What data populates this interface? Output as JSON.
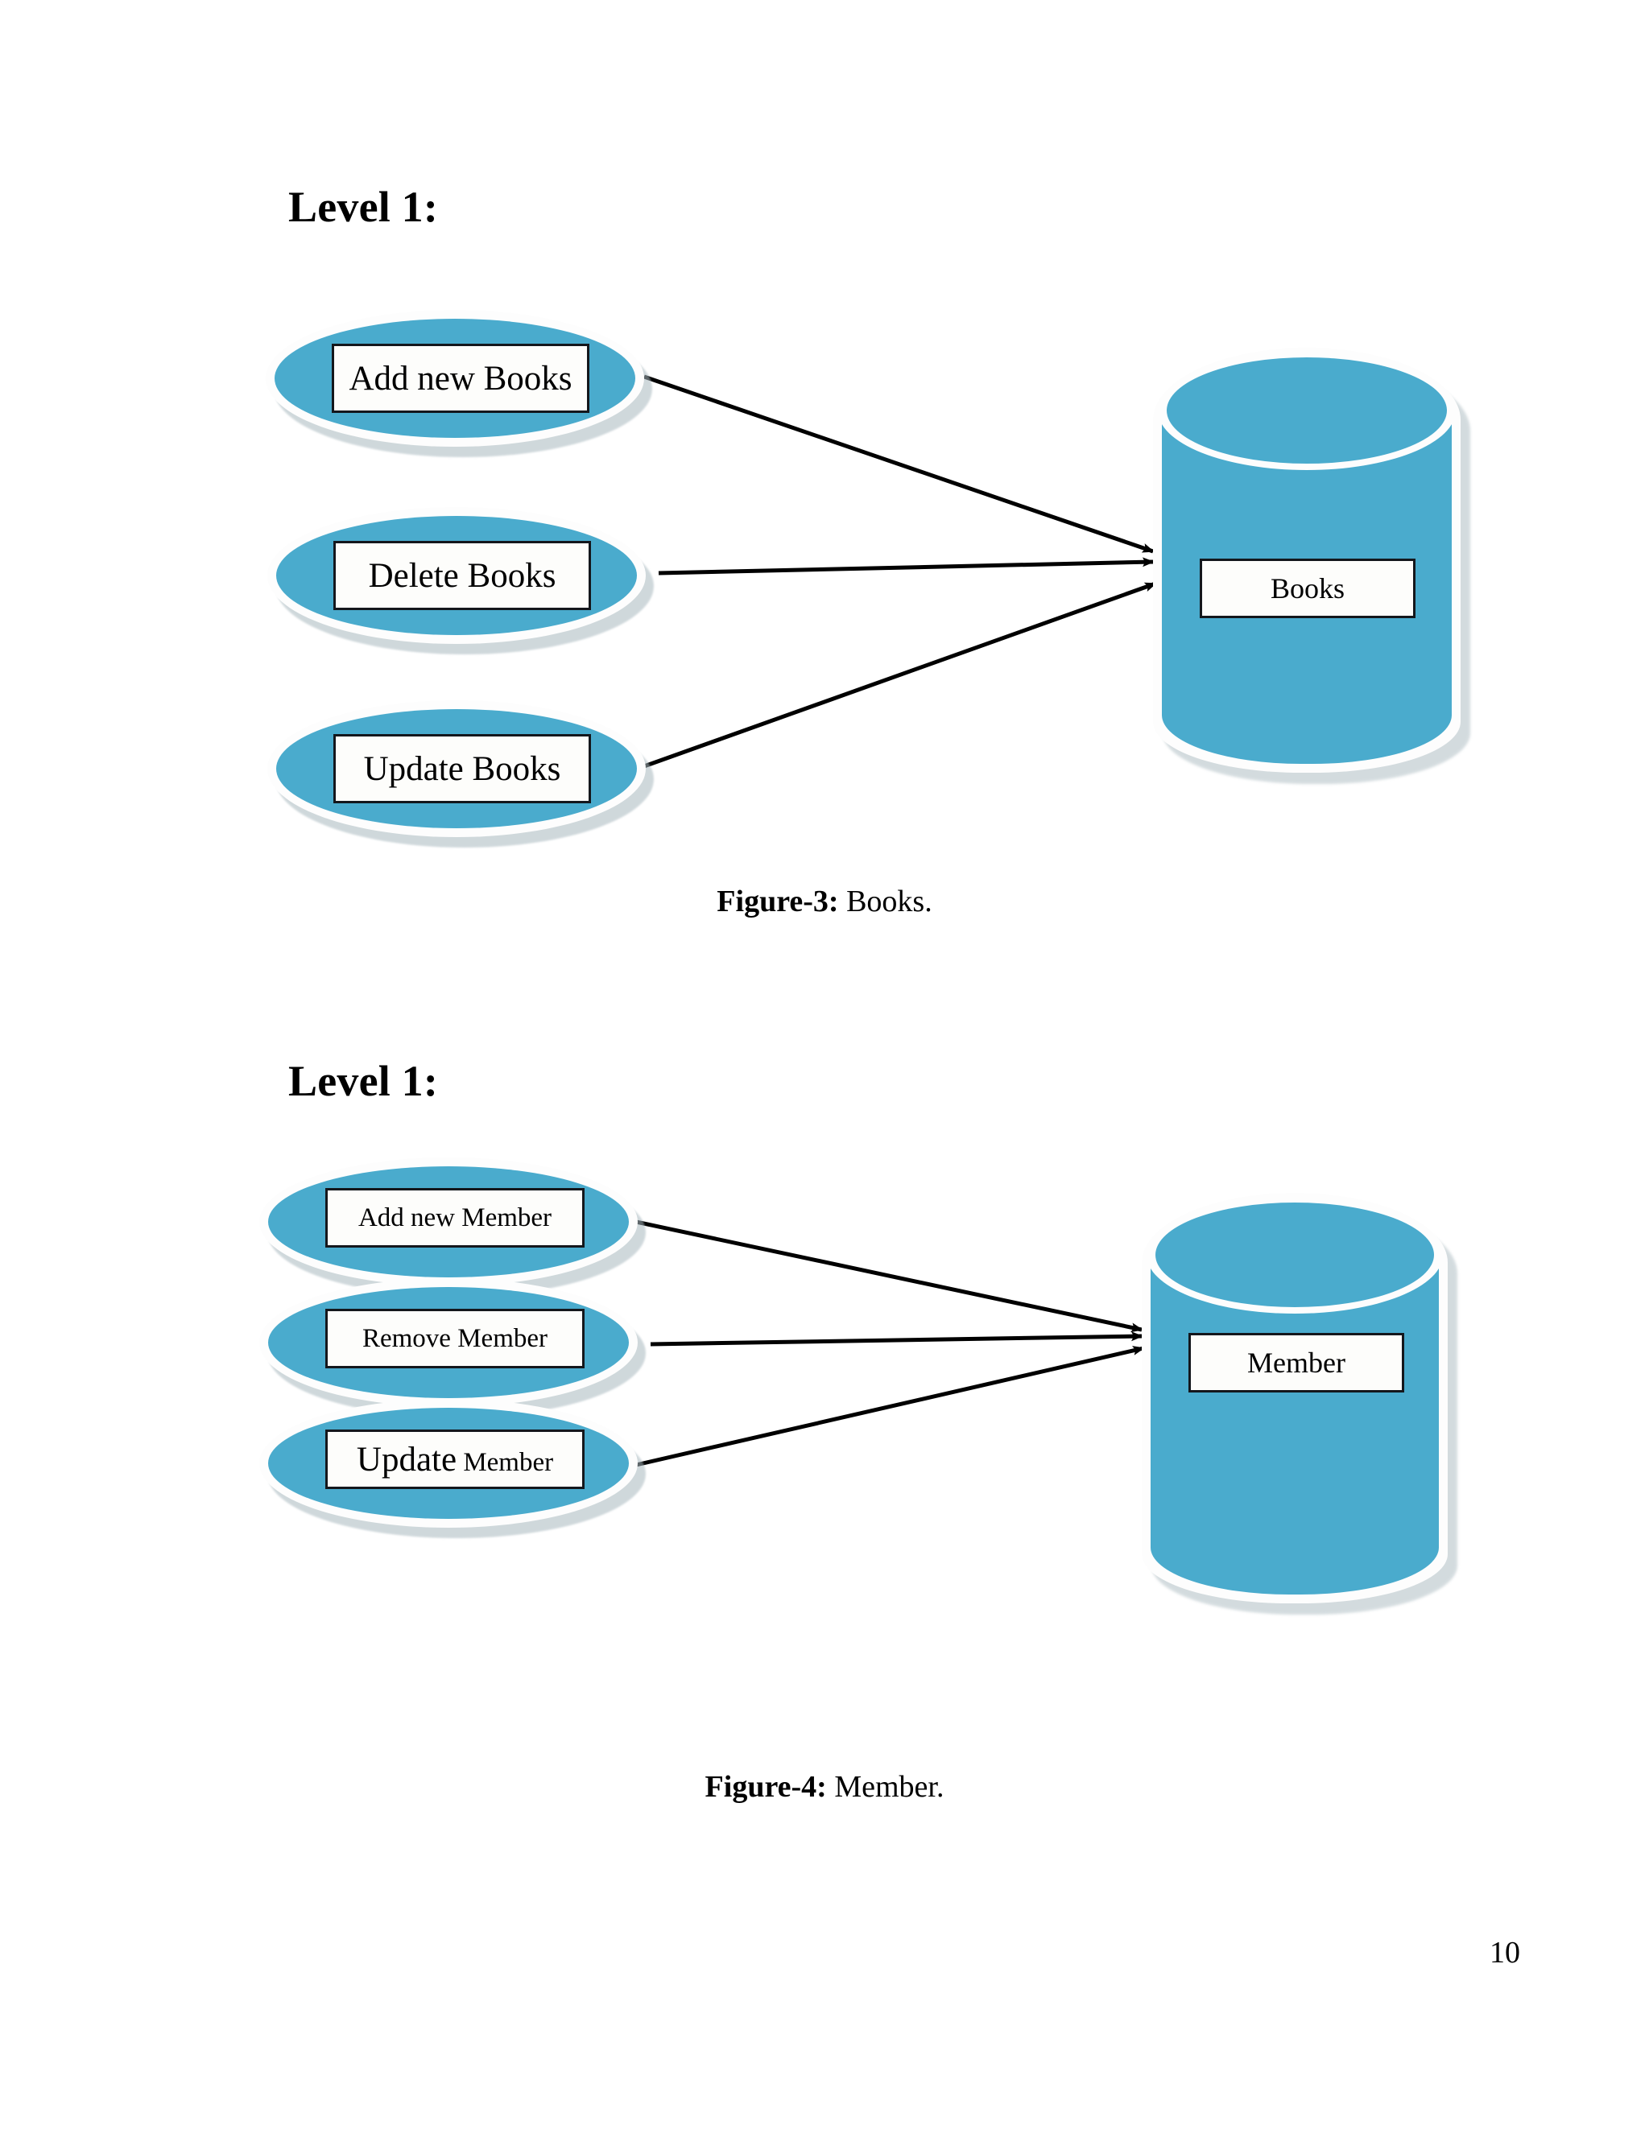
{
  "page": {
    "number": "10",
    "background": "#ffffff",
    "accent_blue": "#4aabcd",
    "ring_white": "#fdfdfd",
    "shadow_gray": "#a9b9bf",
    "ink": "#000000"
  },
  "sections": [
    {
      "heading": "Level 1:",
      "processes": [
        {
          "label": "Add new Books",
          "size": "lg"
        },
        {
          "label": "Delete Books",
          "size": "lg"
        },
        {
          "label": "Update Books",
          "size": "lg"
        }
      ],
      "datastore": {
        "label": "Books",
        "size": "md"
      },
      "caption": {
        "prefix": "Figure-3:",
        "text": " Books."
      }
    },
    {
      "heading": "Level 1:",
      "processes": [
        {
          "label": "Add new Member",
          "size": "sm"
        },
        {
          "label": "Remove Member",
          "size": "sm"
        },
        {
          "label": "Update Member",
          "size": "mixed",
          "part_large": "Update",
          "part_small": " Member"
        }
      ],
      "datastore": {
        "label": "Member",
        "size": "md"
      },
      "caption": {
        "prefix": "Figure-4:",
        "text": " Member."
      }
    }
  ],
  "diagram_data": {
    "type": "dataflow-diagram",
    "flow_direction": "left-to-right",
    "arrow_color": "#000000",
    "edges": [
      {
        "from": "Add new Books",
        "to": "Books",
        "arrowhead": true
      },
      {
        "from": "Delete Books",
        "to": "Books",
        "arrowhead": true
      },
      {
        "from": "Update Books",
        "to": "Books",
        "arrowhead": true
      },
      {
        "from": "Add new Member",
        "to": "Member",
        "arrowhead": true
      },
      {
        "from": "Remove Member",
        "to": "Member",
        "arrowhead": true
      },
      {
        "from": "Update Member",
        "to": "Member",
        "arrowhead": true
      }
    ]
  }
}
